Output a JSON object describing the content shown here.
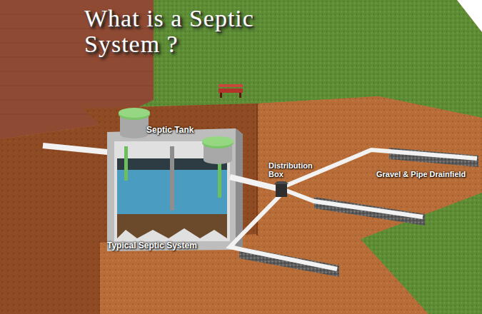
{
  "diagram": {
    "title": "What is a Septic System ?",
    "labels": [
      "Septic Tank",
      "Distribution Box",
      "Gravel & Pipe Drainfield",
      "Typical Septic System"
    ]
  }
}
